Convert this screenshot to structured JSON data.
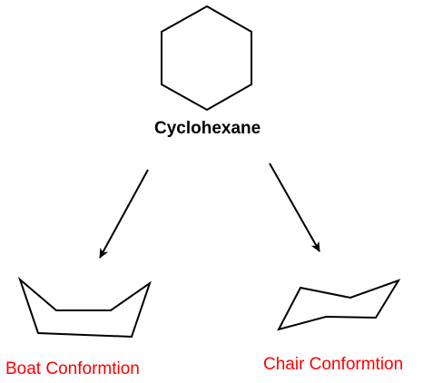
{
  "title": "Cyclohexane",
  "conformations": {
    "boat": {
      "label": "Boat Conformtion"
    },
    "chair": {
      "label": "Chair Conformtion"
    }
  },
  "colors": {
    "line": "#000000",
    "label_accent": "#ff0000",
    "background": "#ffffff"
  }
}
